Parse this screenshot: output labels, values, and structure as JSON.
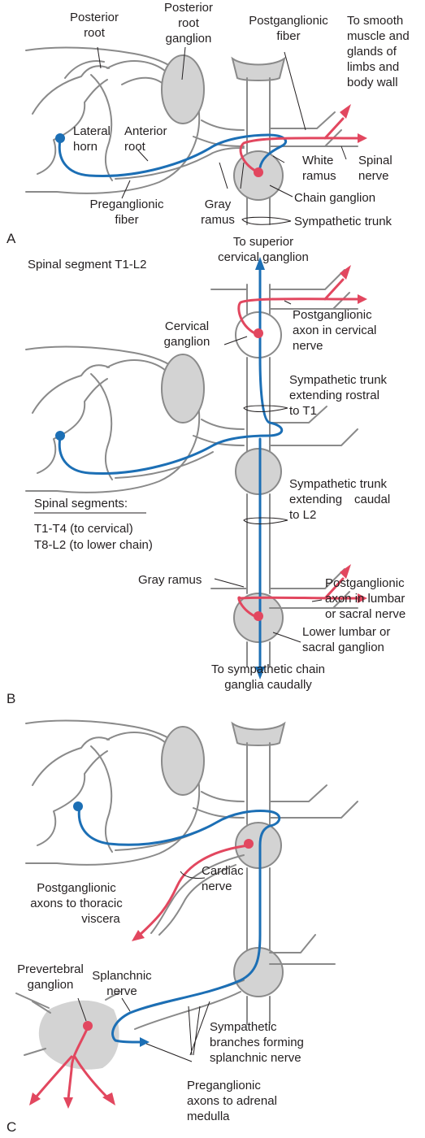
{
  "colors": {
    "preganglionic": "#1c6fb5",
    "postganglionic": "#e2475f",
    "ganglion_fill": "#d3d3d3",
    "outline": "#8a8a8a",
    "text": "#231f20"
  },
  "panel_a": {
    "letter": "A",
    "posterior_root": [
      "Posterior",
      "root"
    ],
    "posterior_root_ganglion": [
      "Posterior",
      "root",
      "ganglion"
    ],
    "postganglionic_fiber": [
      "Postganglionic",
      "fiber"
    ],
    "target": [
      "To smooth",
      "muscle and",
      "glands of",
      "limbs and",
      "body wall"
    ],
    "lateral_horn": [
      "Lateral",
      "horn"
    ],
    "anterior_root": [
      "Anterior",
      "root"
    ],
    "white_ramus": [
      "White",
      "ramus"
    ],
    "spinal_nerve": [
      "Spinal",
      "nerve"
    ],
    "preganglionic_fiber": [
      "Preganglionic",
      "fiber"
    ],
    "gray_ramus": [
      "Gray",
      "ramus"
    ],
    "chain_ganglion": "Chain ganglion",
    "sympathetic_trunk": "Sympathetic trunk"
  },
  "panel_b": {
    "letter": "B",
    "spinal_segment": "Spinal segment T1-L2",
    "to_superior": [
      "To superior",
      "cervical ganglion"
    ],
    "cervical_ganglion": [
      "Cervical",
      "ganglion"
    ],
    "postganglionic_cervical": [
      "Postganglionic",
      "axon in cervical",
      "nerve"
    ],
    "trunk_rostral": [
      "Sympathetic trunk",
      "extending rostral",
      "to T1"
    ],
    "trunk_caudal": [
      "Sympathetic trunk",
      "extending",
      "caudal",
      "to L2"
    ],
    "segments_heading": "Spinal segments:",
    "segments": [
      "T1-T4 (to cervical)",
      "T8-L2 (to lower chain)"
    ],
    "gray_ramus": "Gray ramus",
    "postganglionic_lumbar": [
      "Postganglionic",
      "axon in lumbar",
      "or sacral nerve"
    ],
    "lower_ganglion": [
      "Lower lumbar or",
      "sacral ganglion"
    ],
    "to_chain": [
      "To sympathetic chain",
      "ganglia caudally"
    ]
  },
  "panel_c": {
    "letter": "C",
    "cardiac_nerve": [
      "Cardiac",
      "nerve"
    ],
    "postganglionic_thoracic": [
      "Postganglionic",
      "axons to thoracic",
      "viscera"
    ],
    "prevertebral_ganglion": [
      "Prevertebral",
      "ganglion"
    ],
    "splanchnic_nerve": [
      "Splanchnic",
      "nerve"
    ],
    "sympathetic_branches": [
      "Sympathetic",
      "branches forming",
      "splanchnic nerve"
    ],
    "preganglionic_adrenal": [
      "Preganglionic",
      "axons to adrenal",
      "medulla"
    ]
  }
}
